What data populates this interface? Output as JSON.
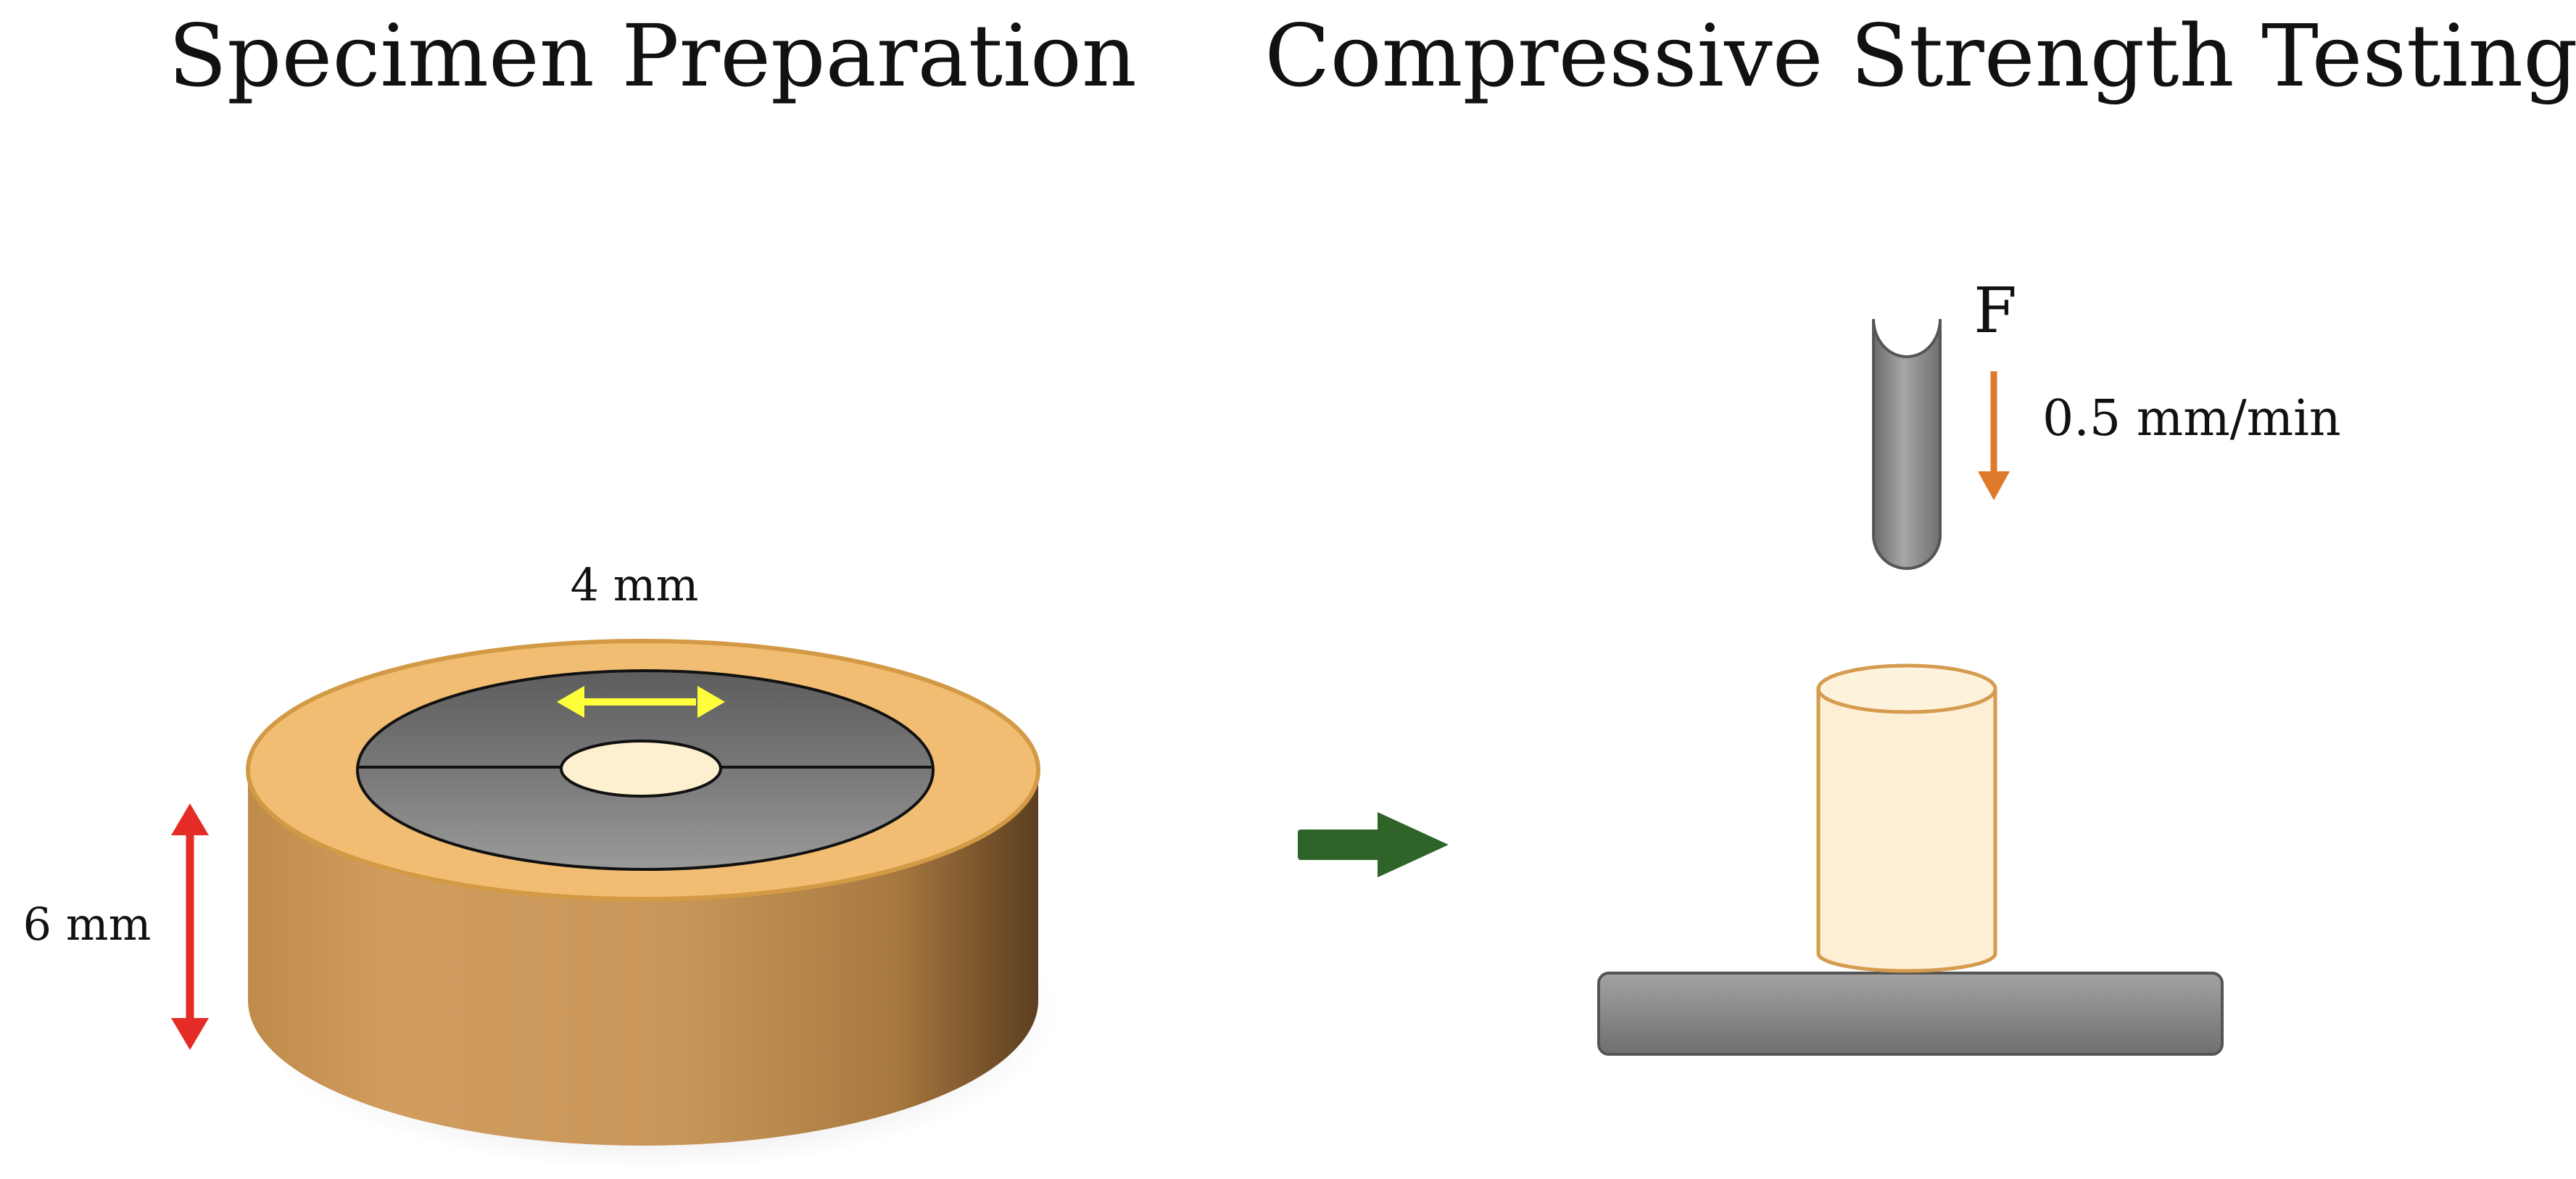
{
  "titles": {
    "left": "Specimen Preparation",
    "right": "Compressive Strength Testing"
  },
  "labels": {
    "diameter": "4 mm",
    "height": "6 mm",
    "force": "F",
    "speed": "0.5 mm/min"
  },
  "colors": {
    "mold_body": "#c99a5b",
    "mold_top": "#f1bd72",
    "mold_edge": "#d39a45",
    "insert_gray": "#7b7b7b",
    "specimen_fill": "#fdefd4",
    "specimen_stroke": "#d59b4f",
    "height_arrow": "#e52b25",
    "diameter_arrow": "#ffff3b",
    "load_arrow": "#e07a2b",
    "process_arrow": "#2f6429",
    "plate_gray": "#858585",
    "plunger_gray": "#8a8a8a"
  },
  "icons": {
    "process_arrow": "right-arrow-icon",
    "load_direction": "down-arrow-icon"
  }
}
